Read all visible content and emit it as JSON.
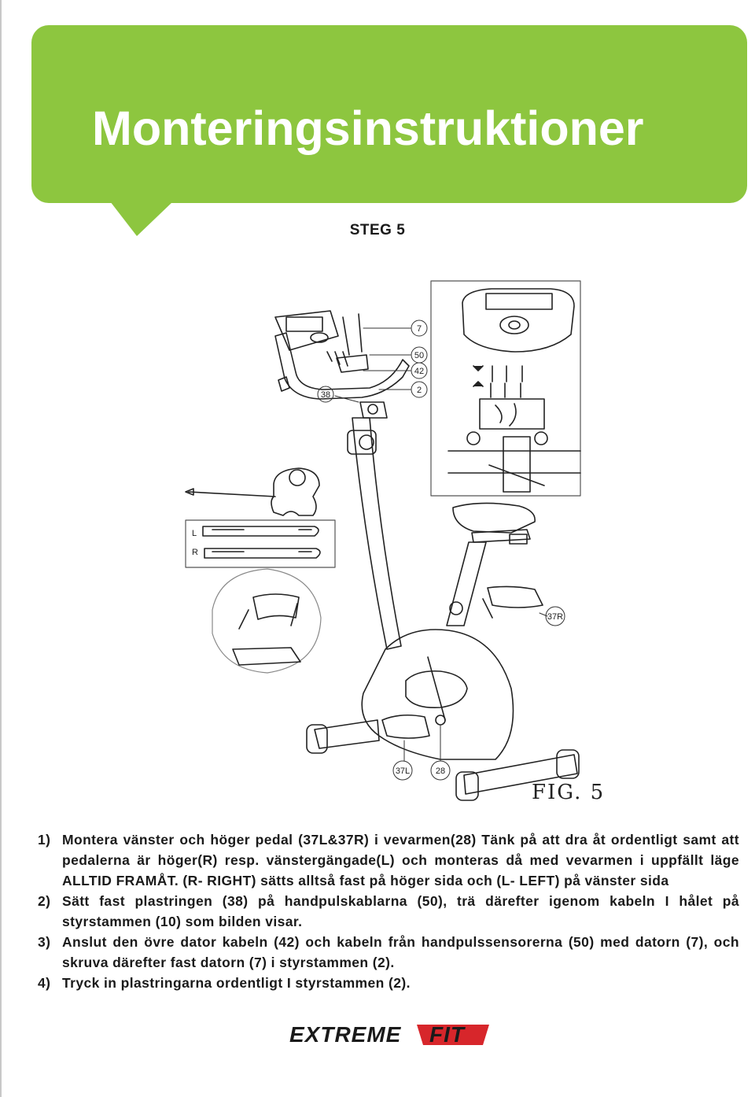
{
  "header": {
    "title": "Monteringsinstruktioner",
    "banner_color": "#8dc63f"
  },
  "step": {
    "label": "STEG 5"
  },
  "figure": {
    "label": "FIG. 5",
    "callouts": [
      "7",
      "50",
      "42",
      "2",
      "38",
      "37R",
      "37L",
      "28"
    ],
    "pedal_strap_labels": [
      "L",
      "R"
    ]
  },
  "instructions": [
    {
      "number": "1)",
      "text": "Montera vänster och höger pedal (37L&37R) i vevarmen(28) Tänk på att dra åt ordentligt samt att pedalerna är höger(R) resp. vänstergängade(L) och monteras då med vevarmen i uppfällt läge ALLTID FRAMÅT. (R- RIGHT) sätts alltså fast på höger sida och (L- LEFT) på vänster sida"
    },
    {
      "number": "2)",
      "text": "Sätt fast plastringen (38) på handpulskablarna (50), trä därefter igenom kabeln I hålet på styrstammen (10) som bilden visar."
    },
    {
      "number": "3)",
      "text": "Anslut den övre dator kabeln (42) och kabeln från handpulssensorerna (50) med datorn (7), och skruva därefter fast datorn (7) i styrstammen (2)."
    },
    {
      "number": "4)",
      "text": "Tryck in plastringarna ordentligt I styrstammen (2)."
    }
  ],
  "logo": {
    "text_a": "EXTREME",
    "text_b": "FIT",
    "accent_color": "#d7262b"
  }
}
